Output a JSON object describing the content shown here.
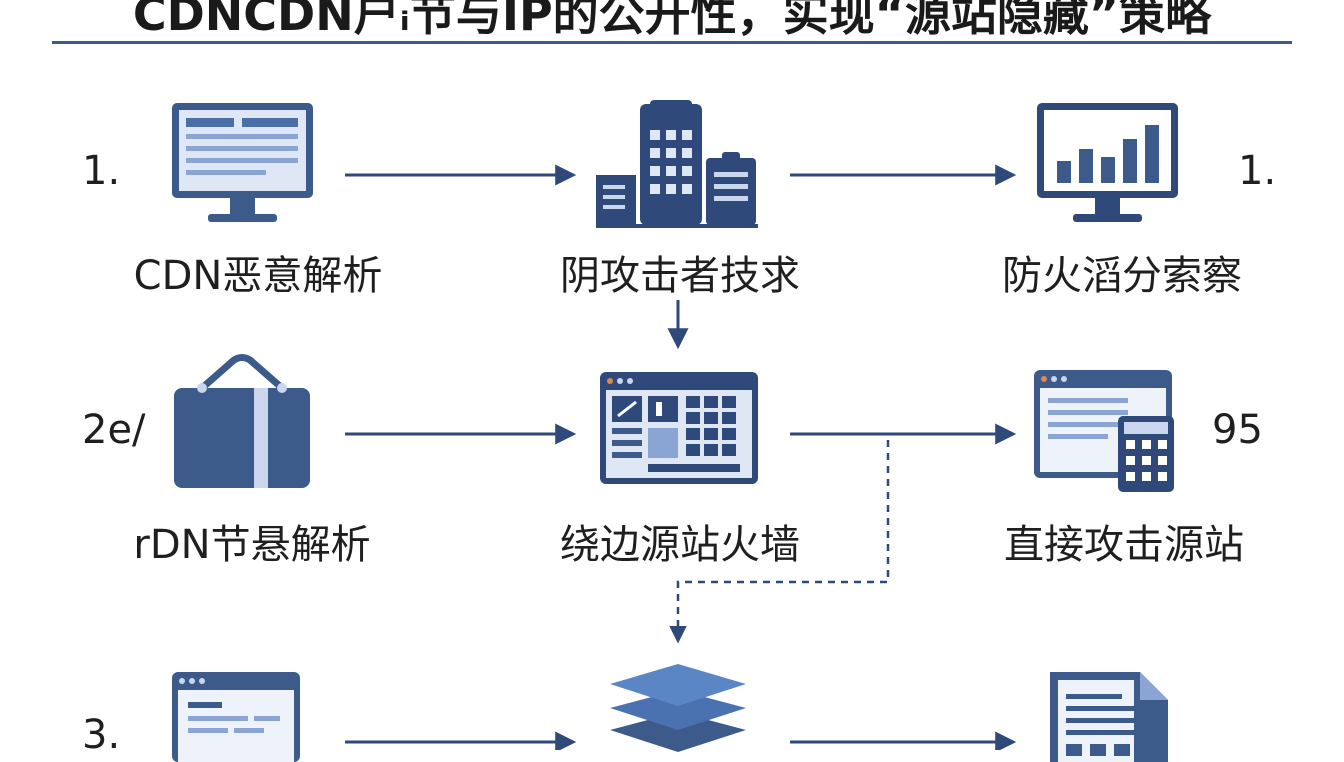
{
  "title": "CDNCDN户ᵢ节与IP的公开性，实现“源站隐藏”策略",
  "colors": {
    "primary": "#3c5a8a",
    "dark": "#2f4a7a",
    "light": "#c9d6ee",
    "accent": "#5b86c5",
    "orange": "#e0894a"
  },
  "rows": [
    {
      "number": "1.",
      "number_right": "1.",
      "nodes": [
        {
          "label": "CDN恶意解析",
          "icon": "monitor-icon"
        },
        {
          "label": "阴攻击者技求",
          "icon": "building-icon"
        },
        {
          "label": "防火滔分索察",
          "icon": "chart-monitor-icon"
        }
      ]
    },
    {
      "number": "2e/",
      "number_right": "95",
      "nodes": [
        {
          "label": "rDN节悬解析",
          "icon": "shopping-bag-icon"
        },
        {
          "label": "绕边源站火墙",
          "icon": "dashboard-window-icon"
        },
        {
          "label": "直接攻击源站",
          "icon": "calculator-window-icon"
        }
      ]
    },
    {
      "number": "3.",
      "nodes": [
        {
          "label": "",
          "icon": "browser-window-icon"
        },
        {
          "label": "",
          "icon": "layers-icon"
        },
        {
          "label": "",
          "icon": "document-icon"
        }
      ]
    }
  ]
}
